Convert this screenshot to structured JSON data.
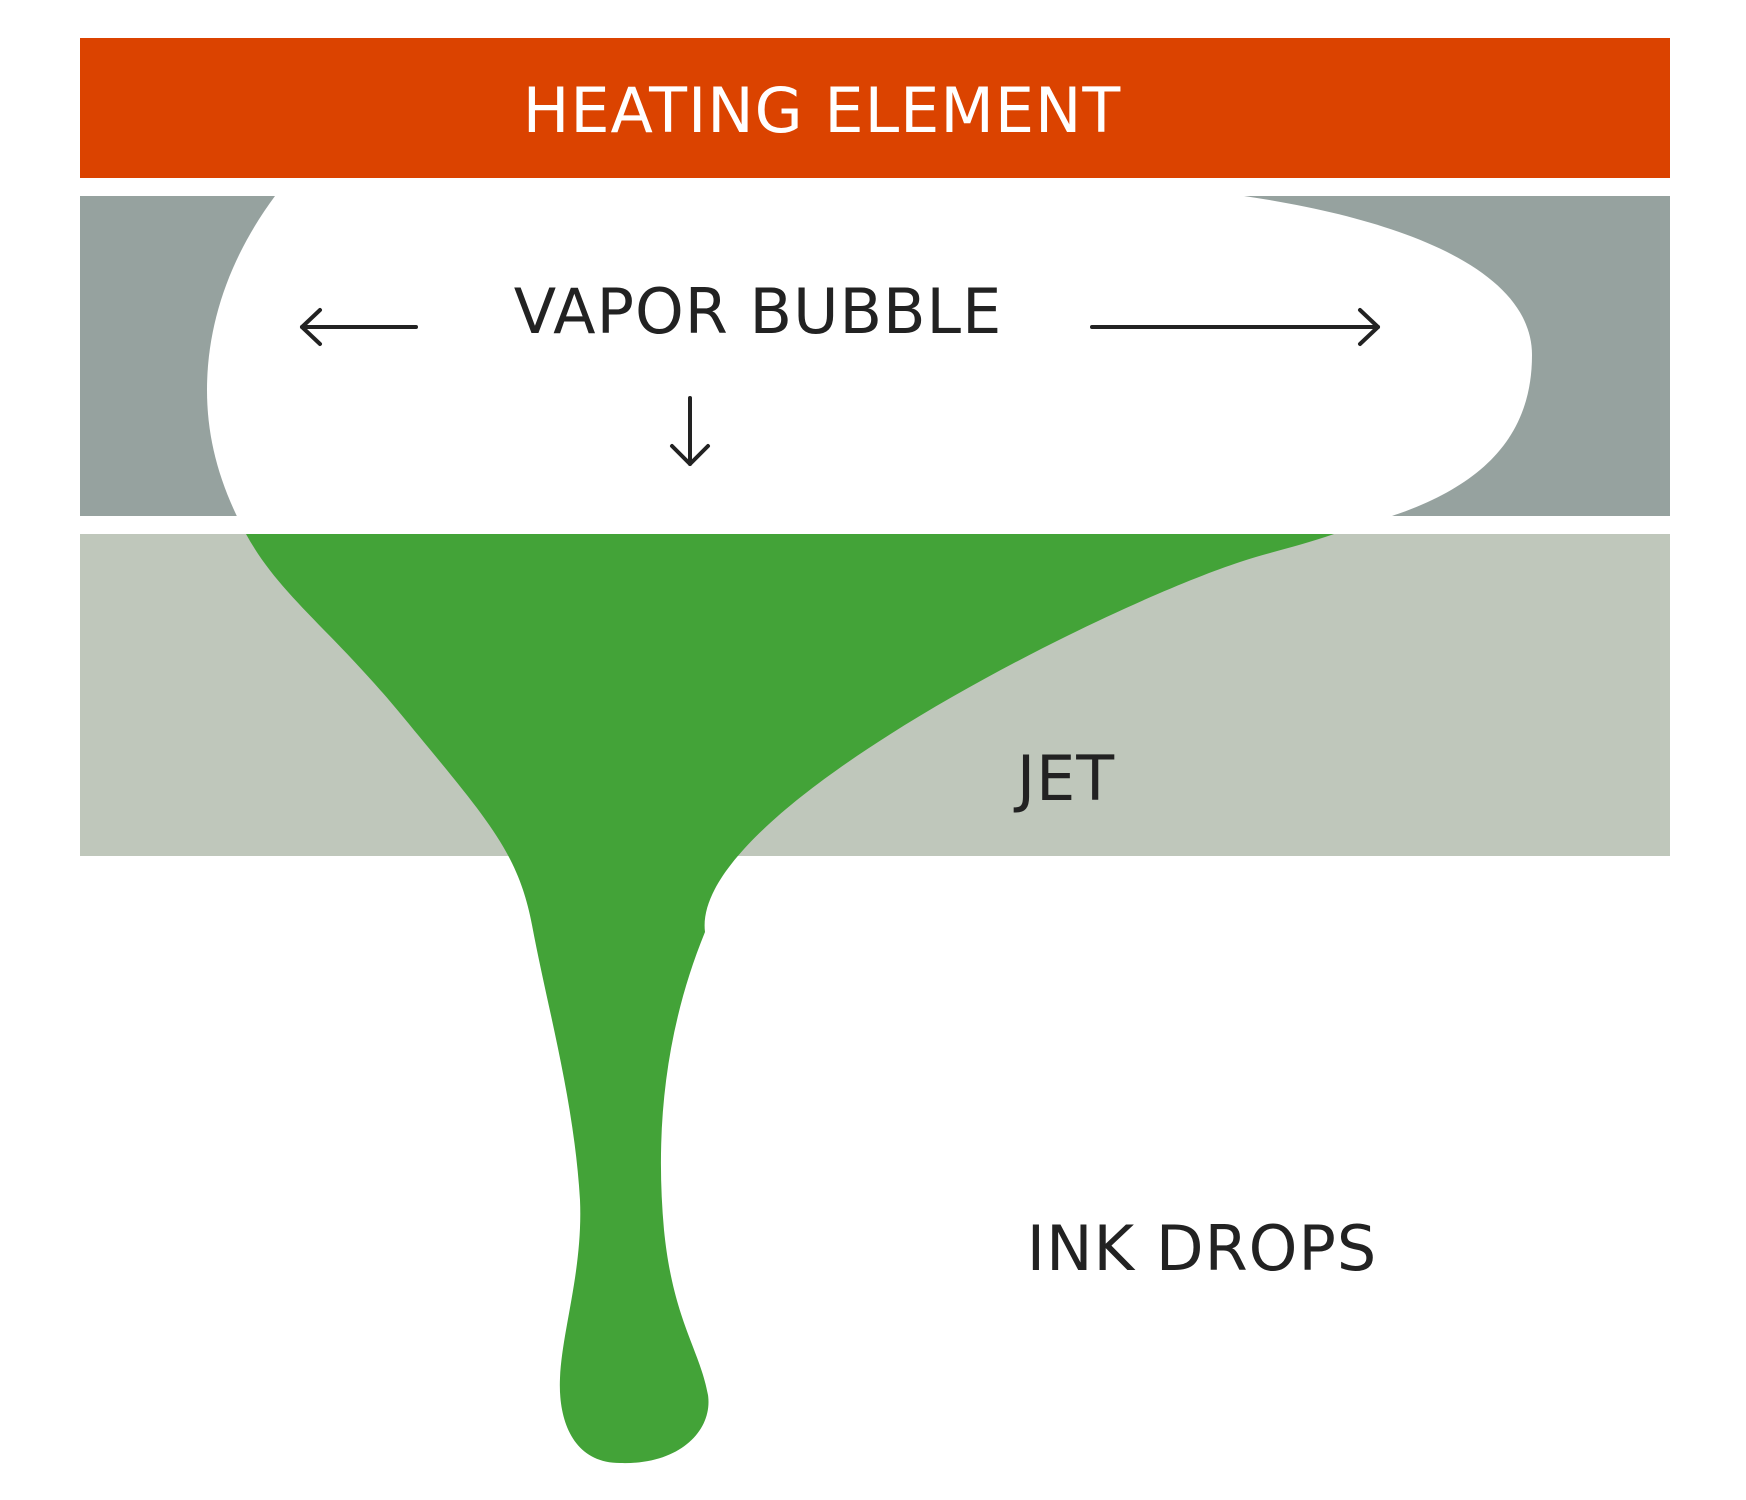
{
  "labels": {
    "heating_element": "HEATING ELEMENT",
    "vapor_bubble": "VAPOR BUBBLE",
    "jet": "JET",
    "ink_drops": "INK DROPS"
  },
  "colors": {
    "heating_element": "#DB4300",
    "chamber_wall": "#96A29F",
    "jet_channel": "#BFC7BB",
    "ink": "#43A338",
    "bubble": "#FFFFFF",
    "text_dark": "#222222",
    "text_light": "#FFFFFF"
  }
}
